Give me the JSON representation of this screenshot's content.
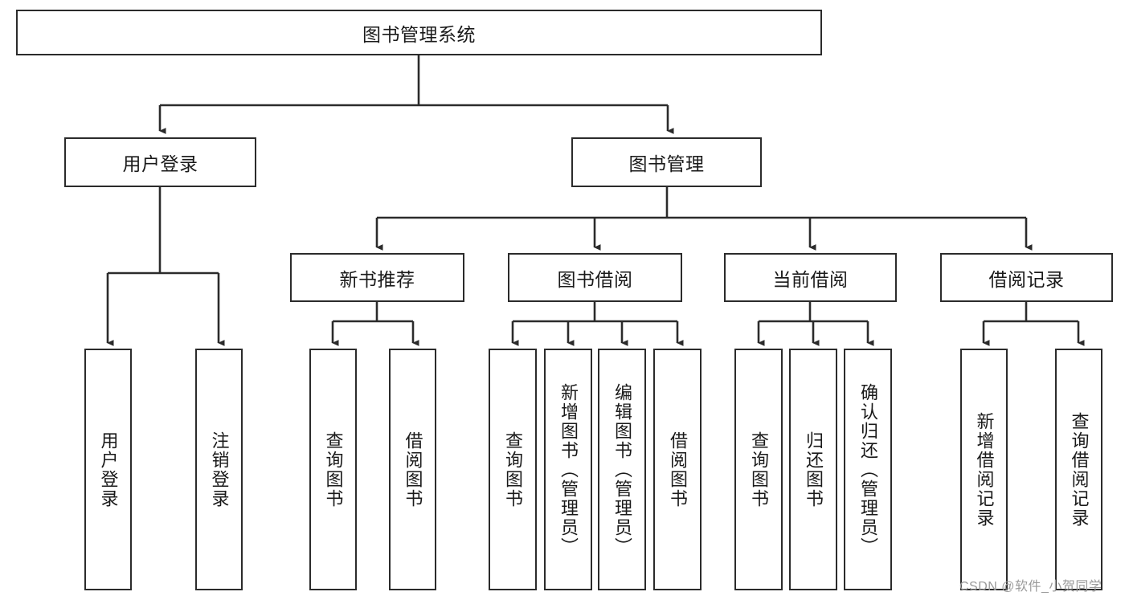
{
  "diagram": {
    "title": "图书管理系统",
    "type": "tree-hierarchy-chart",
    "colors": {
      "box_border": "#2b2b2b",
      "box_fill": "#ffffff",
      "edge": "#2b2b2b",
      "background": "#ffffff",
      "watermark": "#9a9a9a"
    },
    "root": {
      "label": "图书管理系统"
    },
    "level2": [
      {
        "label": "用户登录"
      },
      {
        "label": "图书管理"
      }
    ],
    "level3": [
      {
        "label": "新书推荐"
      },
      {
        "label": "图书借阅"
      },
      {
        "label": "当前借阅"
      },
      {
        "label": "借阅记录"
      }
    ],
    "leaves": {
      "user_login": [
        {
          "label": "用户登录"
        },
        {
          "label": "注销登录"
        }
      ],
      "new_book_recommend": [
        {
          "label": "查询图书"
        },
        {
          "label": "借阅图书"
        }
      ],
      "book_borrow": [
        {
          "label": "查询图书"
        },
        {
          "label": "新增图书（管理员）"
        },
        {
          "label": "编辑图书（管理员）"
        },
        {
          "label": "借阅图书"
        }
      ],
      "current_borrow": [
        {
          "label": "查询图书"
        },
        {
          "label": "归还图书"
        },
        {
          "label": "确认归还（管理员）"
        }
      ],
      "borrow_records": [
        {
          "label": "新增借阅记录"
        },
        {
          "label": "查询借阅记录"
        }
      ]
    }
  },
  "watermark": {
    "text": "CSDN @软件_小贺同学"
  }
}
